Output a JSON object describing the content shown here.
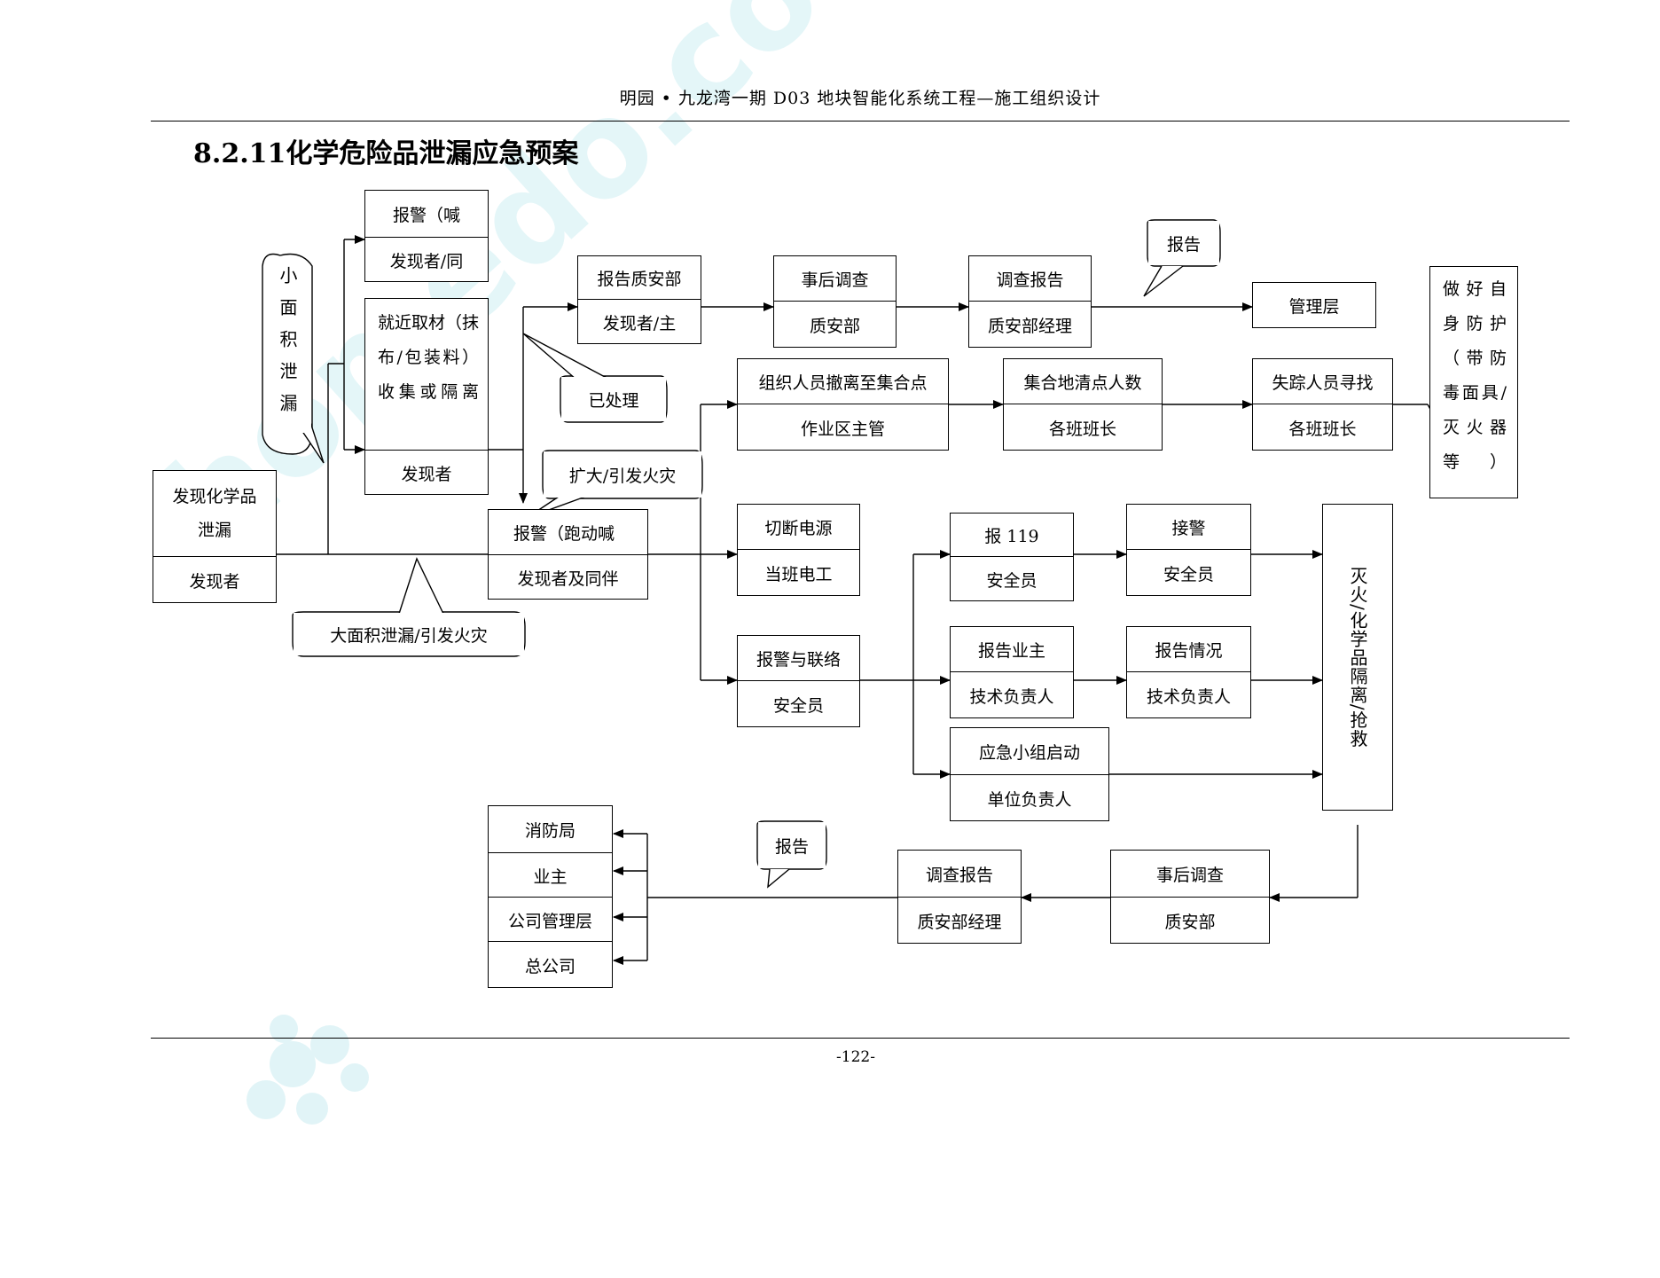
{
  "header": {
    "text": "明园 • 九龙湾一期 D03 地块智能化系统工程—施工组织设计"
  },
  "section_title": "8.2.11化学危险品泄漏应急预案",
  "page_number": "-122-",
  "watermark": {
    "text": "homedo.com 河姆渡",
    "color": "#dff4f7"
  },
  "nodes": {
    "discover": {
      "title": "发现化学品泄漏",
      "role": "发现者"
    },
    "alarm_shout": {
      "title": "报警（喊",
      "role": "发现者/同"
    },
    "nearby": {
      "title": "就近取材（抹布/包装料）收集或隔离",
      "role": "发现者"
    },
    "alarm_run": {
      "title": "报警（跑动喊",
      "role": "发现者及同伴"
    },
    "report_qs": {
      "title": "报告质安部",
      "role": "发现者/主"
    },
    "post_inv_top": {
      "title": "事后调查",
      "role": "质安部"
    },
    "inv_report_top": {
      "title": "调查报告",
      "role": "质安部经理"
    },
    "management": {
      "title": "管理层"
    },
    "evacuate": {
      "title": "组织人员撤离至集合点",
      "role": "作业区主管"
    },
    "headcount": {
      "title": "集合地清点人数",
      "role": "各班班长"
    },
    "search": {
      "title": "失踪人员寻找",
      "role": "各班班长"
    },
    "protect": {
      "title": "做好自身防护（带防毒面具/灭火器等）"
    },
    "power_off": {
      "title": "切断电源",
      "role": "当班电工"
    },
    "alarm_liaison": {
      "title": "报警与联络",
      "role": "安全员"
    },
    "call119": {
      "title": "报 119",
      "role": "安全员"
    },
    "receive": {
      "title": "接警",
      "role": "安全员"
    },
    "report_owner": {
      "title": "报告业主",
      "role": "技术负责人"
    },
    "report_status": {
      "title": "报告情况",
      "role": "技术负责人"
    },
    "team_start": {
      "title": "应急小组启动",
      "role": "单位负责人"
    },
    "rescue": {
      "title": "灭火/化学品隔离/抢救"
    },
    "post_inv_bottom": {
      "title": "事后调查",
      "role": "质安部"
    },
    "inv_report_bottom": {
      "title": "调查报告",
      "role": "质安部经理"
    },
    "recipients": [
      "消防局",
      "业主",
      "公司管理层",
      "总公司"
    ]
  },
  "callouts": {
    "small_leak": "小面积泄漏",
    "handled": "已处理",
    "expand": "扩大/引发火灾",
    "large_leak": "大面积泄漏/引发火灾",
    "report_top": "报告",
    "report_bottom": "报告"
  }
}
